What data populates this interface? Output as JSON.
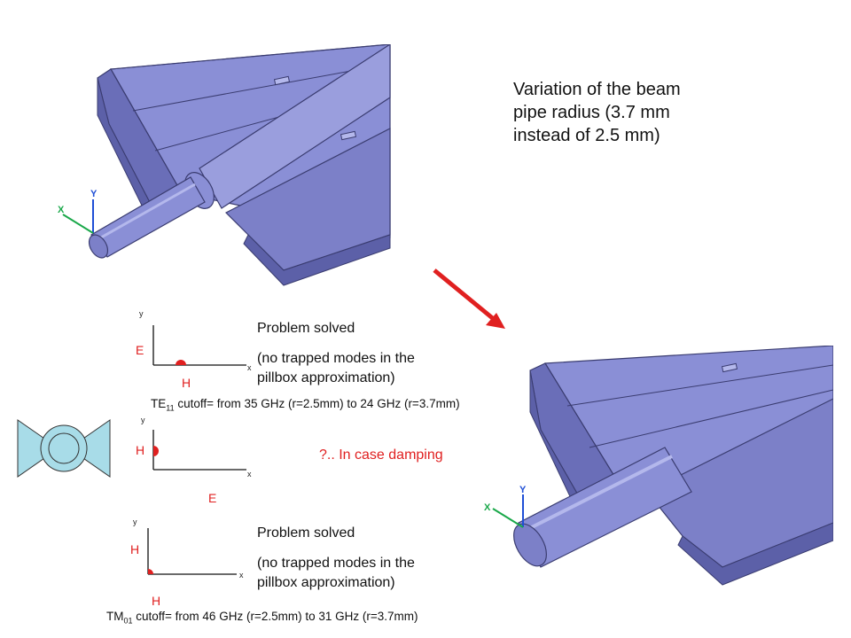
{
  "title_text": [
    "Variation of the beam",
    "pipe radius (3.7 mm",
    "instead of 2.5 mm)"
  ],
  "te_block": {
    "status": "Problem solved",
    "note_line1": "(no trapped modes in the",
    "note_line2": "pillbox approximation)",
    "mode_name": "TE",
    "mode_sub": "11",
    "cutoff_text": " cutoff=  from 35 GHz (r=2.5mm) to 24 GHz (r=3.7mm)"
  },
  "damping_note": "?.. In case damping",
  "tm_block": {
    "status": "Problem solved",
    "note_line1": "(no trapped modes in the",
    "note_line2": "pillbox approximation)",
    "mode_name": "TM",
    "mode_sub": "01",
    "cutoff_text": " cutoff=  from 46 GHz (r=2.5mm) to 31 GHz (r=3.7mm)"
  },
  "axes": {
    "x": "x",
    "y": "y"
  },
  "diagram1_fields": {
    "vertical": "E",
    "horizontal": "H"
  },
  "diagram2_fields": {
    "vertical": "H",
    "horizontal": "E"
  },
  "diagram3_fields": {
    "vertical": "H",
    "horizontal": "H"
  },
  "cad_axis_labels": {
    "x": "X",
    "y": "Y"
  },
  "colors": {
    "model_fill": "#8a8fd6",
    "model_dark": "#5c60a8",
    "model_light": "#b4b8ec",
    "accent_red": "#e02020",
    "blue_icon": "#a8dce8"
  }
}
